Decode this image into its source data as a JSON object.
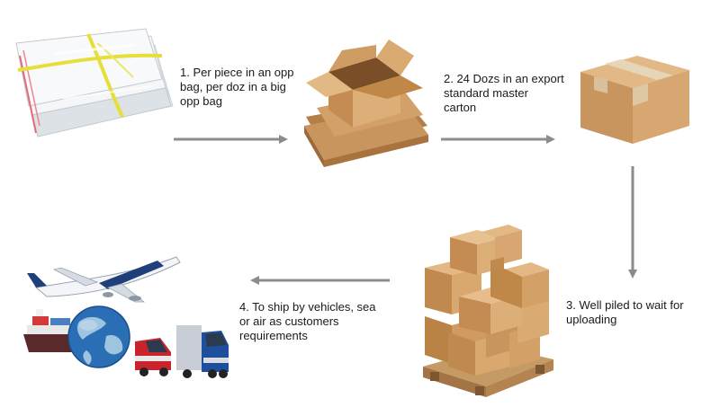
{
  "steps": [
    {
      "label": "1. Per piece in an opp\nbag, per doz in a big\n opp bag",
      "icon": "opp-bags-icon"
    },
    {
      "label": "2. 24 Dozs in an export\nstandard master\ncarton",
      "icon": "open-carton-icon"
    },
    {
      "label": "3. Well piled to wait for\nuploading",
      "icon": "palletized-cartons-icon"
    },
    {
      "label": "4. To ship by vehicles, sea\n or air as customers\nrequirements",
      "icon": "shipping-modes-icon"
    }
  ],
  "colors": {
    "arrow": "#8c8c8c",
    "cardboard": "#c9955f",
    "cardboard_light": "#dcae78",
    "cardboard_dark": "#a8733f",
    "tape": "#e0cfb0",
    "pallet": "#b98a55",
    "bag": "#eef1f4",
    "ribbon": "#e6df3a",
    "globe": "#2a6fb5",
    "land": "#9fc4e0",
    "truck_red": "#c8242b",
    "truck_blue": "#1d4f9c"
  }
}
